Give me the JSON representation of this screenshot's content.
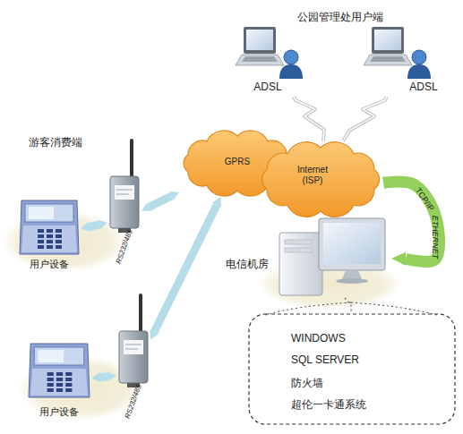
{
  "diagram": {
    "nodes": [
      {
        "text": [
          "ADSL"
        ]
      },
      {
        "text": [
          "ADSL"
        ]
      },
      {
        "text": [
          "GPRS"
        ]
      },
      {
        "text": [
          "Internet (ISP)"
        ]
      },
      {
        "text": [
          "RS232/485"
        ]
      },
      {
        "text": [
          "用户设备"
        ]
      },
      {
        "text": [
          "RS232/485"
        ]
      },
      {
        "text": [
          "用户设备"
        ]
      },
      {
        "text": [
          "电信机房"
        ]
      },
      {
        "text": [
          "WINDOWS",
          "SQL SERVER",
          "防火墙",
          "超伦一卡通系统"
        ]
      }
    ],
    "edges": [
      {
        "from": 0,
        "to": 3,
        "arrow": "none"
      },
      {
        "from": 1,
        "to": 3,
        "arrow": "none"
      },
      {
        "from": 5,
        "to": 4,
        "arrow": "both"
      },
      {
        "from": 4,
        "to": 2,
        "arrow": "both"
      },
      {
        "from": 7,
        "to": 6,
        "arrow": "both"
      },
      {
        "from": 6,
        "to": 2,
        "arrow": "both"
      },
      {
        "from": 3,
        "to": 8,
        "label": "TCP/IP",
        "arrow": "to"
      },
      {
        "from": 8,
        "to": 9,
        "arrow": "none"
      }
    ],
    "labels": [
      "公园管理处用户端",
      "游客消费端",
      "ETHERNET"
    ]
  }
}
